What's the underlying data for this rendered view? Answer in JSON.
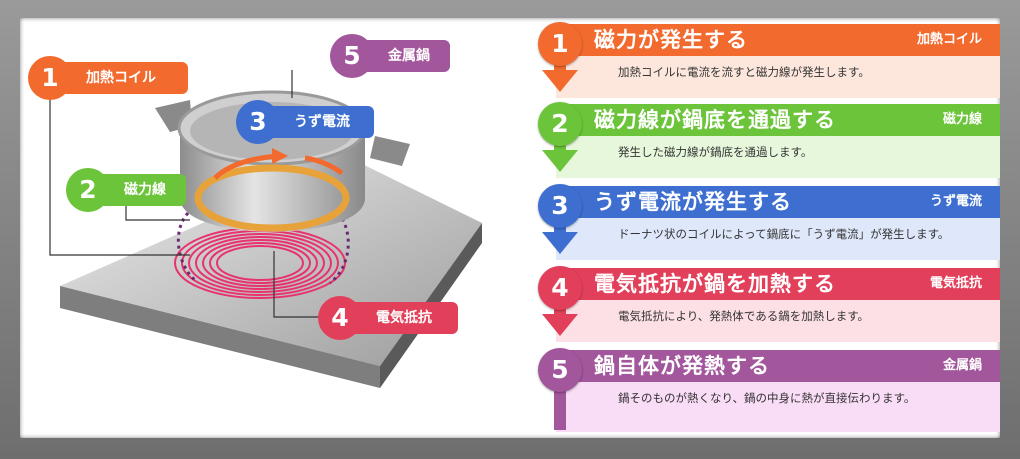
{
  "colors": {
    "orange": "#f26a2e",
    "green": "#6cc43a",
    "blue": "#3e6fd0",
    "red": "#e2405a",
    "purple": "#a2569b"
  },
  "callouts": [
    {
      "num": "1",
      "label": "加熱コイル",
      "color": "#f26a2e"
    },
    {
      "num": "2",
      "label": "磁力線",
      "color": "#6cc43a"
    },
    {
      "num": "3",
      "label": "うず電流",
      "color": "#3e6fd0"
    },
    {
      "num": "4",
      "label": "電気抵抗",
      "color": "#e2405a"
    },
    {
      "num": "5",
      "label": "金属鍋",
      "color": "#a2569b"
    }
  ],
  "steps": [
    {
      "num": "1",
      "title": "磁力が発生する",
      "tag": "加熱コイル",
      "desc": "加熱コイルに電流を流すと磁力線が発生します。",
      "color": "#f26a2e",
      "bg": "#fde7dd"
    },
    {
      "num": "2",
      "title": "磁力線が鍋底を通過する",
      "tag": "磁力線",
      "desc": "発生した磁力線が鍋底を通過します。",
      "color": "#6cc43a",
      "bg": "#e6f7dc"
    },
    {
      "num": "3",
      "title": "うず電流が発生する",
      "tag": "うず電流",
      "desc": "ドーナツ状のコイルによって鍋底に「うず電流」が発生します。",
      "color": "#3e6fd0",
      "bg": "#dfe8fb"
    },
    {
      "num": "4",
      "title": "電気抵抗が鍋を加熱する",
      "tag": "電気抵抗",
      "desc": "電気抵抗により、発熱体である鍋を加熱します。",
      "color": "#e2405a",
      "bg": "#fde0e5"
    },
    {
      "num": "5",
      "title": "鍋自体が発熱する",
      "tag": "金属鍋",
      "desc": "鍋そのものが熱くなり、鍋の中身に熱が直接伝わります。",
      "color": "#a2569b",
      "bg": "#f9dcf6"
    }
  ]
}
